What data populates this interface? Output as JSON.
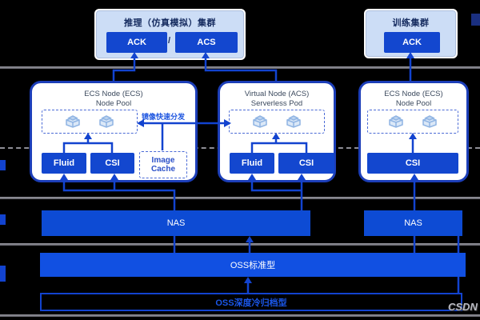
{
  "diagram": {
    "clusters": {
      "inference": {
        "title": "推理（仿真模拟）集群",
        "buttons": [
          "ACK",
          "ACS"
        ],
        "separator": "/"
      },
      "training": {
        "title": "训练集群",
        "buttons": [
          "ACK"
        ]
      }
    },
    "pools": {
      "left": {
        "title1": "ECS Node (ECS)",
        "title2": "Node Pool",
        "fluid": "Fluid",
        "csi": "CSI",
        "image_cache": "Image Cache"
      },
      "middle": {
        "title1": "Virtual Node (ACS)",
        "title2": "Serverless Pod",
        "fluid": "Fluid",
        "csi": "CSI"
      },
      "right": {
        "title1": "ECS Node (ECS)",
        "title2": "Node Pool",
        "csi": "CSI"
      }
    },
    "annotations": {
      "image_distribution": "镜像快速分发"
    },
    "storage": {
      "nas_left": "NAS",
      "nas_right": "NAS",
      "oss": "OSS标准型",
      "archive": "OSS深度冷归档型"
    },
    "watermark": "CSDN",
    "colors": {
      "accent": "#1243cf",
      "bar_blue": "#0d4bd4",
      "cluster_bg": "#ccddf6",
      "lane_gray": "#8d8d95"
    }
  }
}
